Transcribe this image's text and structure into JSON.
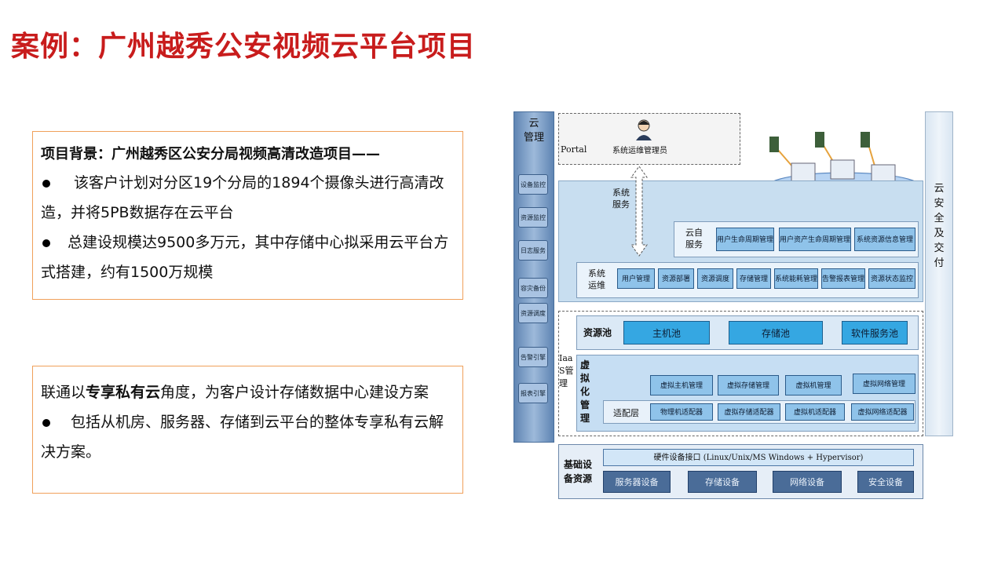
{
  "title": "案例：广州越秀公安视频云平台项目",
  "box1": {
    "heading": "项目背景：广州越秀区公安分局视频高清改造项目——",
    "bullet1": "该客户计划对分区19个分局的1894个摄像头进行高清改造，并将5PB数据存在云平台",
    "bullet2": "总建设规模达9500多万元，其中存储中心拟采用云平台方式搭建，约有1500万规模"
  },
  "box2": {
    "line_pre": "联通以",
    "line_bold": "专享私有云",
    "line_post": "角度，为客户设计存储数据中心建设方案",
    "bullet1": "包括从机房、服务器、存储到云平台的整体专享私有云解决方案。"
  },
  "diagram": {
    "left_col": {
      "title": "云\n管理",
      "items": [
        "设备监控",
        "资源监控",
        "日志服务",
        "容灾备份",
        "资源调度",
        "告警引擎",
        "报表引擎"
      ]
    },
    "right_col": {
      "title": "云\n安\n全\n及\n交\n付"
    },
    "portal": {
      "label": "Portal",
      "admin": "系统运维管理员"
    },
    "sys_service": "系统\n服务",
    "cloud_self_service": {
      "label": "云自\n服务",
      "items": [
        "用户生命周期管理",
        "用户资产生命周期管理",
        "系统资源信息管理"
      ]
    },
    "sys_ops": {
      "label": "系统\n运维",
      "items": [
        "用户管理",
        "资源部署",
        "资源调度",
        "存储管理",
        "系统能耗管理",
        "告警报表管理",
        "资源状态监控"
      ]
    },
    "resource_pool": {
      "label": "资源池",
      "items": [
        "主机池",
        "存储池",
        "软件服务池"
      ]
    },
    "iaas": {
      "label": "Iaa\nS管\n理"
    },
    "virtual_mgmt": {
      "label": "虚\n拟\n化\n管\n理",
      "row1": [
        "虚拟主机管理",
        "虚拟存储管理",
        "虚拟机管理",
        "虚拟网络管理"
      ],
      "adapter_label": "适配层",
      "row2": [
        "物理机适配器",
        "虚拟存储适配器",
        "虚拟机适配器",
        "虚拟网络适配器"
      ]
    },
    "infra": {
      "label": "基础设\n备资源",
      "hw_interface": "硬件设备接口 (Linux/Unix/MS Windows + Hypervisor)",
      "items": [
        "服务器设备",
        "存储设备",
        "网络设备",
        "安全设备"
      ]
    }
  }
}
